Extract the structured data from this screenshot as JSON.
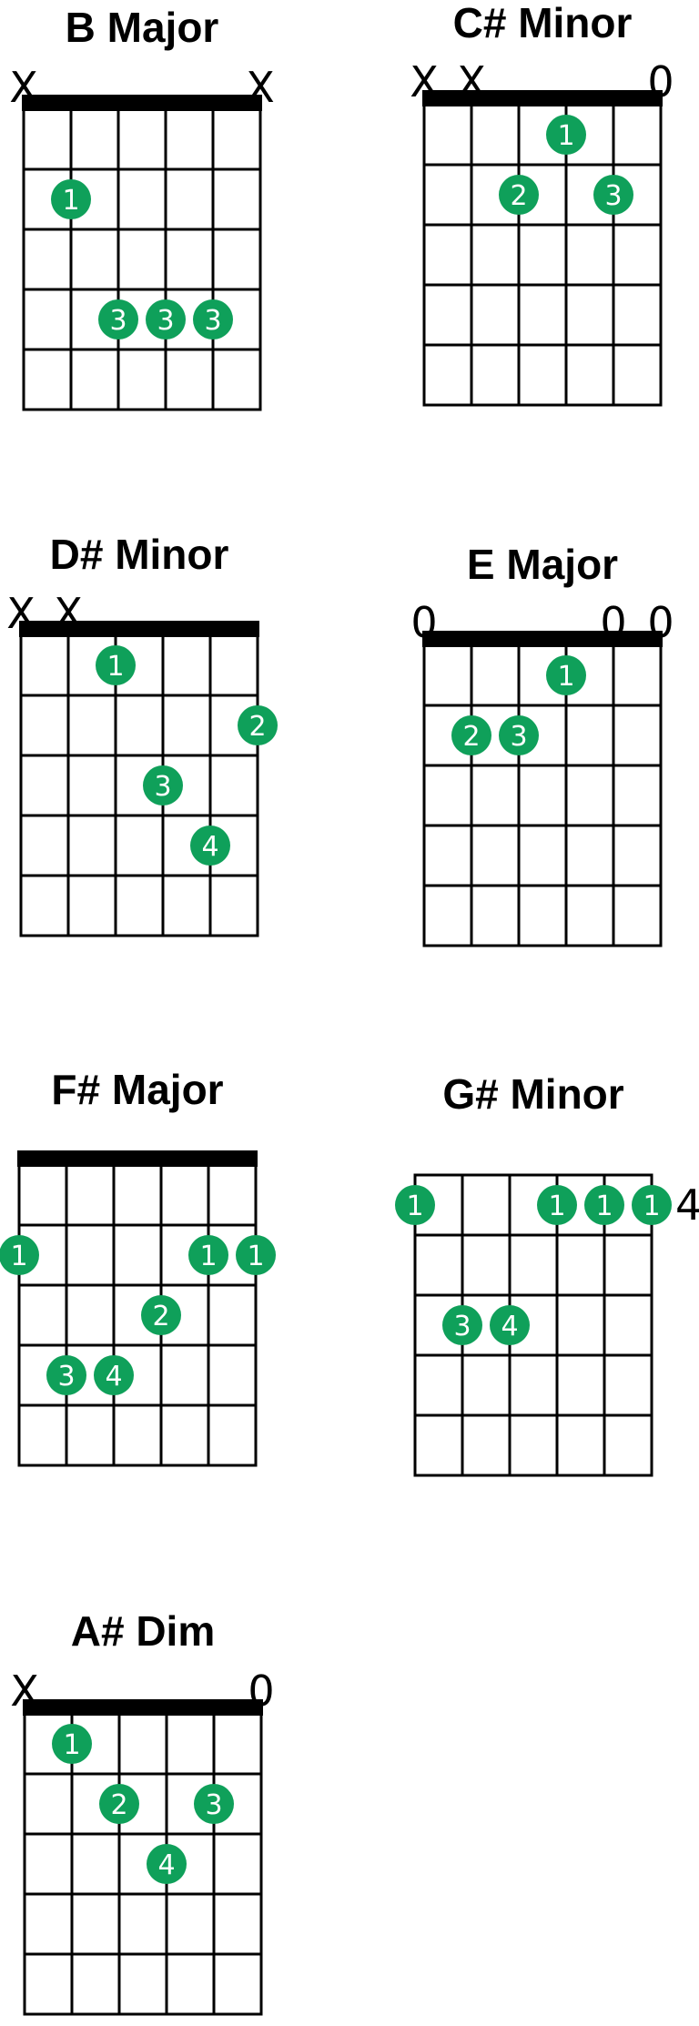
{
  "colors": {
    "dot": "#0fa05a",
    "line": "#000000",
    "dot_text": "#ffffff"
  },
  "chords": [
    {
      "id": "b-major",
      "title": "B Major",
      "markers": [
        "X",
        "",
        "",
        "",
        "",
        "X"
      ],
      "nut": true,
      "fret_number": "",
      "dots": [
        {
          "string": 2,
          "fret": 2,
          "finger": "1"
        },
        {
          "string": 3,
          "fret": 4,
          "finger": "3"
        },
        {
          "string": 4,
          "fret": 4,
          "finger": "3"
        },
        {
          "string": 5,
          "fret": 4,
          "finger": "3"
        }
      ]
    },
    {
      "id": "c-sharp-minor",
      "title": "C# Minor",
      "markers": [
        "X",
        "X",
        "",
        "",
        "",
        "0"
      ],
      "nut": true,
      "fret_number": "",
      "dots": [
        {
          "string": 4,
          "fret": 1,
          "finger": "1"
        },
        {
          "string": 3,
          "fret": 2,
          "finger": "2"
        },
        {
          "string": 5,
          "fret": 2,
          "finger": "3"
        }
      ]
    },
    {
      "id": "d-sharp-minor",
      "title": "D# Minor",
      "markers": [
        "X",
        "X",
        "",
        "",
        "",
        ""
      ],
      "nut": true,
      "fret_number": "",
      "dots": [
        {
          "string": 3,
          "fret": 1,
          "finger": "1"
        },
        {
          "string": 6,
          "fret": 2,
          "finger": "2"
        },
        {
          "string": 4,
          "fret": 3,
          "finger": "3"
        },
        {
          "string": 5,
          "fret": 4,
          "finger": "4"
        }
      ]
    },
    {
      "id": "e-major",
      "title": "E Major",
      "markers": [
        "0",
        "",
        "",
        "",
        "0",
        "0"
      ],
      "nut": true,
      "fret_number": "",
      "dots": [
        {
          "string": 4,
          "fret": 1,
          "finger": "1"
        },
        {
          "string": 2,
          "fret": 2,
          "finger": "2"
        },
        {
          "string": 3,
          "fret": 2,
          "finger": "3"
        }
      ]
    },
    {
      "id": "f-sharp-major",
      "title": "F# Major",
      "markers": [
        "",
        "",
        "",
        "",
        "",
        ""
      ],
      "nut": true,
      "fret_number": "",
      "dots": [
        {
          "string": 1,
          "fret": 2,
          "finger": "1"
        },
        {
          "string": 5,
          "fret": 2,
          "finger": "1"
        },
        {
          "string": 6,
          "fret": 2,
          "finger": "1"
        },
        {
          "string": 4,
          "fret": 3,
          "finger": "2"
        },
        {
          "string": 2,
          "fret": 4,
          "finger": "3"
        },
        {
          "string": 3,
          "fret": 4,
          "finger": "4"
        }
      ]
    },
    {
      "id": "g-sharp-minor",
      "title": "G# Minor",
      "markers": [
        "",
        "",
        "",
        "",
        "",
        ""
      ],
      "nut": false,
      "fret_number": "4",
      "dots": [
        {
          "string": 1,
          "fret": 1,
          "finger": "1"
        },
        {
          "string": 4,
          "fret": 1,
          "finger": "1"
        },
        {
          "string": 5,
          "fret": 1,
          "finger": "1"
        },
        {
          "string": 6,
          "fret": 1,
          "finger": "1"
        },
        {
          "string": 2,
          "fret": 3,
          "finger": "3"
        },
        {
          "string": 3,
          "fret": 3,
          "finger": "4"
        }
      ]
    },
    {
      "id": "a-sharp-dim",
      "title": "A# Dim",
      "markers": [
        "X",
        "",
        "",
        "",
        "",
        "0"
      ],
      "nut": true,
      "fret_number": "",
      "dots": [
        {
          "string": 2,
          "fret": 1,
          "finger": "1"
        },
        {
          "string": 3,
          "fret": 2,
          "finger": "2"
        },
        {
          "string": 5,
          "fret": 2,
          "finger": "3"
        },
        {
          "string": 4,
          "fret": 3,
          "finger": "4"
        }
      ]
    }
  ]
}
